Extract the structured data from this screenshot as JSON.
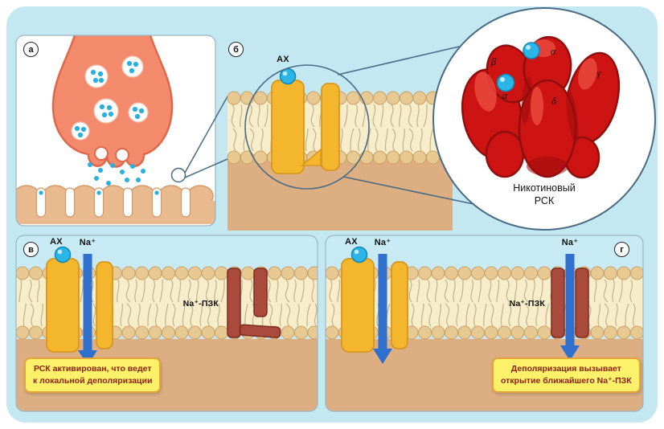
{
  "figure": {
    "panel_a_label": "а",
    "panel_b_label": "б",
    "panel_v_label": "в",
    "panel_g_label": "г"
  },
  "labels": {
    "ach_b": "АХ",
    "ach_v": "АХ",
    "ach_g": "АХ",
    "na_v": "Na⁺",
    "na_g1": "Na⁺",
    "na_g2": "Na⁺",
    "channel_v": "Na⁺-ПЗК",
    "channel_g": "Na⁺-ПЗК"
  },
  "magnifier": {
    "subunit_beta": "β",
    "subunit_alpha_top": "α",
    "subunit_gamma": "γ",
    "subunit_alpha_left": "α",
    "subunit_delta": "δ",
    "caption_line1": "Никотиновый",
    "caption_line2": "РСК"
  },
  "captions": {
    "v_line1": "РСК активирован, что ведет",
    "v_line2": "к локальной деполяризации",
    "g_line1": "Деполяризация вызывает",
    "g_line2": "открытие ближайшего Na⁺-ПЗК"
  },
  "colors": {
    "canvas": "#c4e8f2",
    "intracellular": "#dcae82",
    "lipid_head": "#e9c992",
    "receptor_yellow": "#f4b62d",
    "sodium_channel_red": "#aa4a3c",
    "ach_blue": "#2cb5e7",
    "arrow_blue": "#2f6fce",
    "caption_bg": "#fbf269",
    "caption_text": "#8e2015",
    "magnified_receptor_red": "#ce1413"
  }
}
